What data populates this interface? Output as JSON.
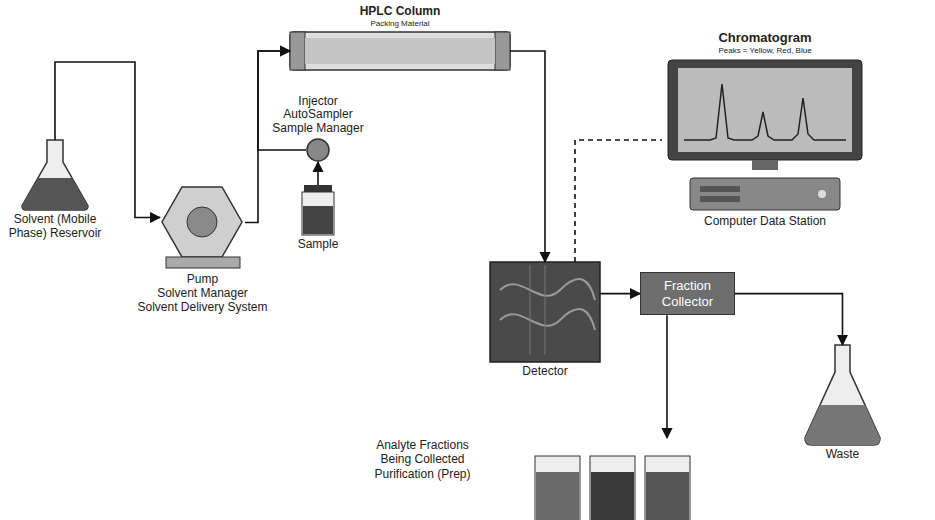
{
  "diagram": {
    "nodes": [
      {
        "text": [
          "HPLC Column",
          "Packing Material"
        ]
      },
      {
        "text": [
          "Chromatogram",
          "Peaks = Yellow, Red, Blue"
        ]
      },
      {
        "text": [
          "Injector",
          "AutoSampler",
          "Sample Manager"
        ]
      },
      {
        "text": [
          "Computer Data Station"
        ]
      },
      {
        "text": [
          "Solvent (Mobile Phase) Reservoir"
        ]
      },
      {
        "text": [
          "Sample"
        ]
      },
      {
        "text": [
          "Pump",
          "Solvent Manager",
          "Solvent Delivery System"
        ]
      },
      {
        "text": [
          "Detector"
        ]
      },
      {
        "text": [
          "Fraction Collector"
        ]
      },
      {
        "text": [
          "Analyte Fractions Being Collected Purification (Prep)"
        ]
      },
      {
        "text": [
          "Waste"
        ]
      }
    ],
    "edges": [
      {
        "from": 4,
        "to": 6,
        "arrow": "to"
      },
      {
        "from": 6,
        "to": 0,
        "arrow": "to"
      },
      {
        "from": 2,
        "to": 0,
        "arrow": "to"
      },
      {
        "from": 5,
        "to": 2,
        "arrow": "to"
      },
      {
        "from": 0,
        "to": 7,
        "arrow": "to"
      },
      {
        "from": 7,
        "to": 1,
        "arrow": "none"
      },
      {
        "from": 7,
        "to": 8,
        "arrow": "to"
      },
      {
        "from": 8,
        "to": 9,
        "arrow": "to"
      },
      {
        "from": 8,
        "to": 10,
        "arrow": "to"
      }
    ]
  }
}
